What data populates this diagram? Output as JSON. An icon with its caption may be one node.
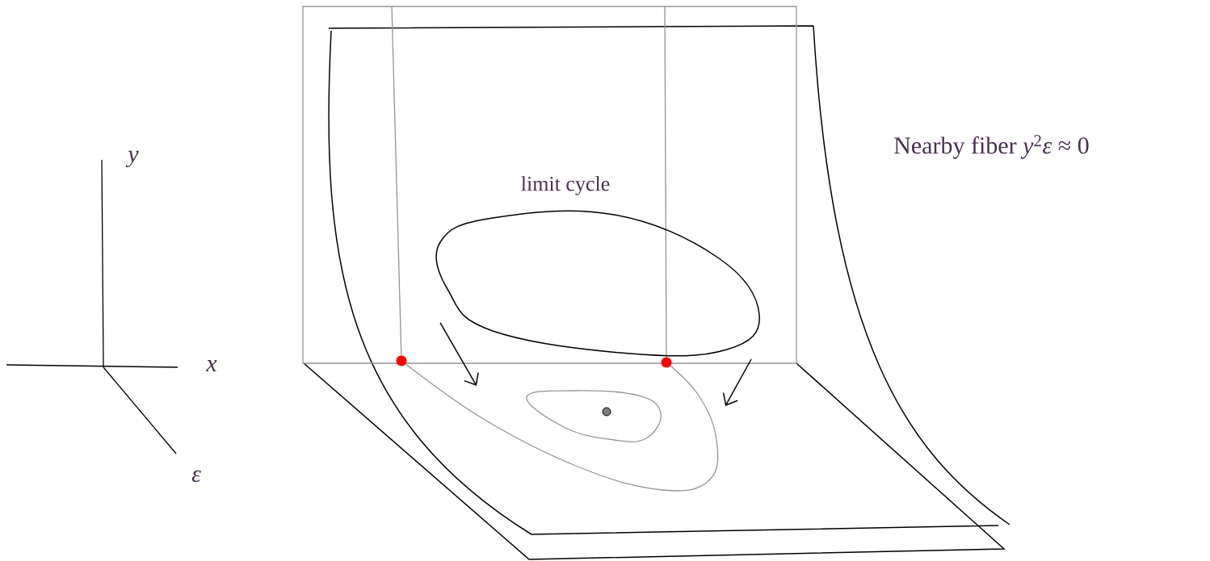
{
  "diagram": {
    "labels": [
      "*y*",
      "*x*",
      "*ε*",
      "limit cycle",
      "Nearby fiber *y*$^{2}$*ε* ≈ 0"
    ]
  }
}
